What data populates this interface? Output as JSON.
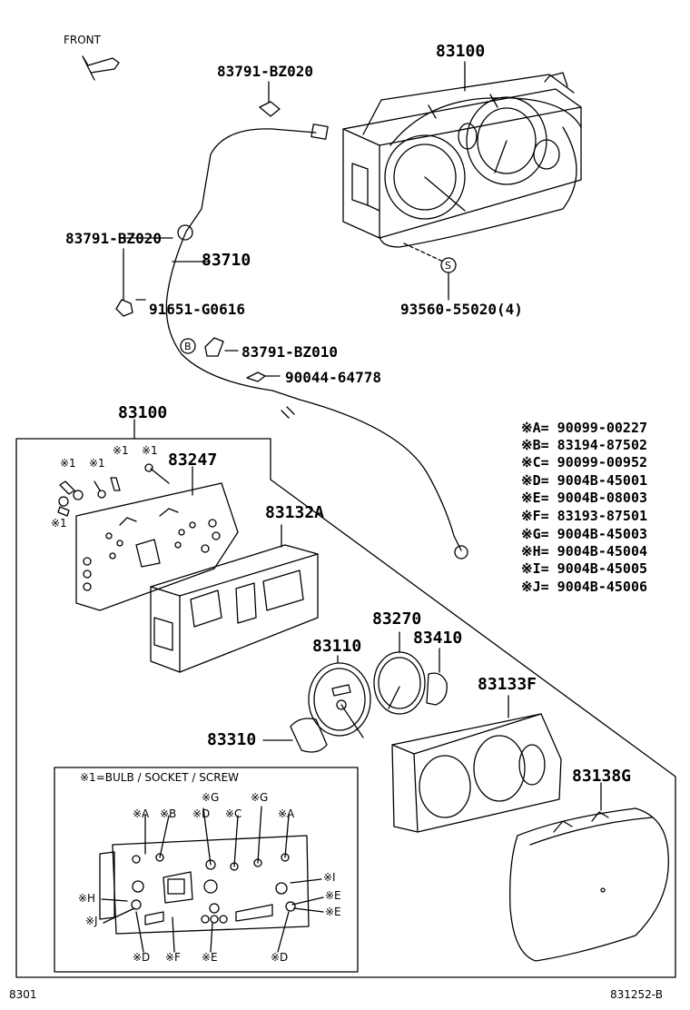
{
  "direction": {
    "front": "FRONT"
  },
  "parts": {
    "p83100_top": "83100",
    "p83791_bz020_a": "83791-BZ020",
    "p83791_bz020_b": "83791-BZ020",
    "p83710": "83710",
    "p91651": "91651-G0616",
    "p93560": "93560-55020(4)",
    "p83791_bz010": "83791-BZ010",
    "p90044": "90044-64778",
    "p83100_box": "83100",
    "p83247": "83247",
    "p83132a": "83132A",
    "p83270": "83270",
    "p83410": "83410",
    "p83110": "83110",
    "p83133f": "83133F",
    "p83310": "83310",
    "p83138g": "83138G"
  },
  "markers": {
    "s": "S",
    "b": "B"
  },
  "legend": [
    "※A= 90099-00227",
    "※B= 83194-87502",
    "※C= 90099-00952",
    "※D= 9004B-45001",
    "※E= 9004B-08003",
    "※F= 83193-87501",
    "※G= 9004B-45003",
    "※H= 9004B-45004",
    "※I= 9004B-45005",
    "※J= 9004B-45006"
  ],
  "star1": {
    "a": "※1",
    "b": "※1",
    "c": "※1",
    "d": "※1",
    "e": "※1"
  },
  "inset": {
    "title": "※1=BULB / SOCKET / SCREW",
    "labels": {
      "g1": "※G",
      "a1": "※A",
      "b1": "※B",
      "d1": "※D",
      "c1": "※C",
      "g2": "※G",
      "a2": "※A",
      "i": "※I",
      "h": "※H",
      "e1": "※E",
      "j": "※J",
      "e2": "※E",
      "d2": "※D",
      "f": "※F",
      "e3": "※E",
      "d3": "※D"
    }
  },
  "footer": {
    "left": "8301",
    "right": "831252-B"
  }
}
